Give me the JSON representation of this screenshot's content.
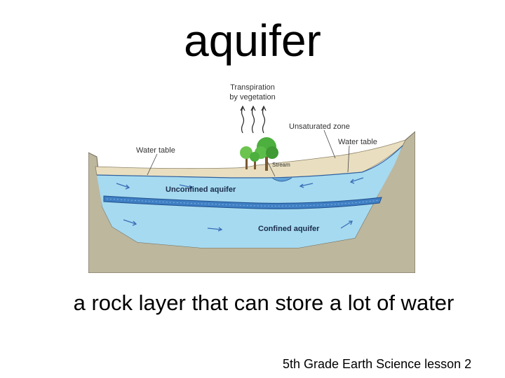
{
  "slide": {
    "title": "aquifer",
    "caption": "a rock layer that can store a lot of water",
    "footer": "5th Grade Earth Science lesson 2"
  },
  "diagram": {
    "labels": {
      "transpiration_line1": "Transpiration",
      "transpiration_line2": "by vegetation",
      "unsaturated_zone": "Unsaturated zone",
      "water_table_left": "Water table",
      "water_table_right": "Water table",
      "stream": "Stream",
      "unconfined_aquifer": "Unconfined aquifer",
      "confined_aquifer": "Confined aquifer"
    },
    "colors": {
      "rock": "#bdb79e",
      "unsaturated": "#e9dfc0",
      "water": "#a6daf0",
      "confining_layer": "#3f7fc4",
      "arrow": "#3a6db6",
      "tree": "#4caf3e"
    }
  }
}
